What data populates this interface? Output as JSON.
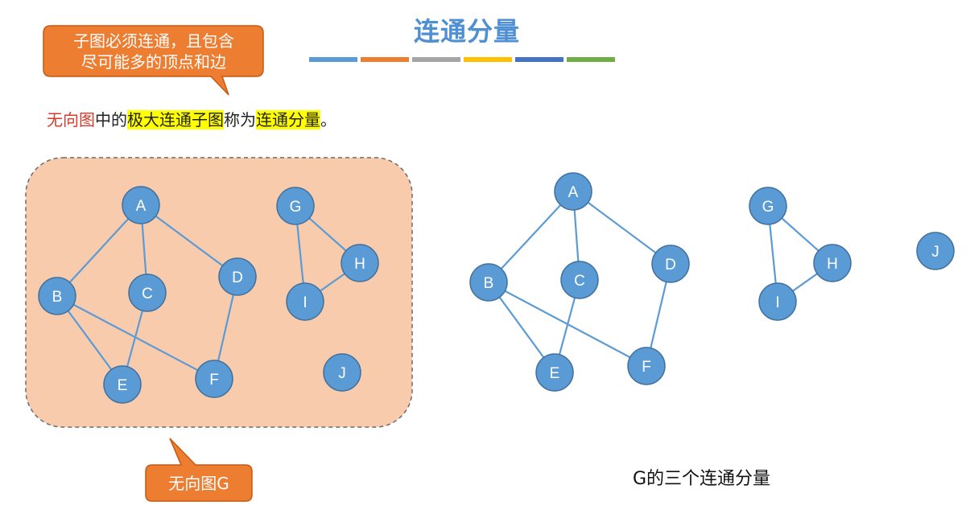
{
  "title": "连通分量",
  "title_bar_colors": [
    "#5b9bd5",
    "#ed7d31",
    "#a5a5a5",
    "#ffc000",
    "#4472c4",
    "#70ad47"
  ],
  "definition": {
    "part1": "无向图",
    "part2": "中的",
    "part3": "极大连通子图",
    "part4": "称为",
    "part5": "连通分量",
    "part6": "。"
  },
  "callout_top": {
    "line1": "子图必须连通，且包含",
    "line2": "尽可能多的顶点和边"
  },
  "callout_bottom": {
    "label": "无向图G"
  },
  "caption": "G的三个连通分量",
  "colors": {
    "node_fill": "#5b9bd5",
    "node_stroke": "#41719c",
    "edge": "#5b9bd5",
    "callout": "#ed7d31",
    "group_fill": "#f8cbad",
    "group_stroke": "#6b6b6b"
  },
  "graph_original": {
    "nodes": [
      "A",
      "B",
      "C",
      "D",
      "E",
      "F",
      "G",
      "H",
      "I",
      "J"
    ],
    "edges": [
      [
        "A",
        "B"
      ],
      [
        "A",
        "C"
      ],
      [
        "A",
        "D"
      ],
      [
        "B",
        "E"
      ],
      [
        "B",
        "F"
      ],
      [
        "C",
        "E"
      ],
      [
        "D",
        "F"
      ],
      [
        "G",
        "H"
      ],
      [
        "G",
        "I"
      ],
      [
        "H",
        "I"
      ]
    ]
  },
  "graph_components": {
    "nodes": [
      "A",
      "B",
      "C",
      "D",
      "E",
      "F",
      "G",
      "H",
      "I",
      "J"
    ],
    "edges": [
      [
        "A",
        "B"
      ],
      [
        "A",
        "C"
      ],
      [
        "A",
        "D"
      ],
      [
        "B",
        "E"
      ],
      [
        "B",
        "F"
      ],
      [
        "C",
        "E"
      ],
      [
        "D",
        "F"
      ],
      [
        "G",
        "H"
      ],
      [
        "G",
        "I"
      ],
      [
        "H",
        "I"
      ]
    ]
  }
}
